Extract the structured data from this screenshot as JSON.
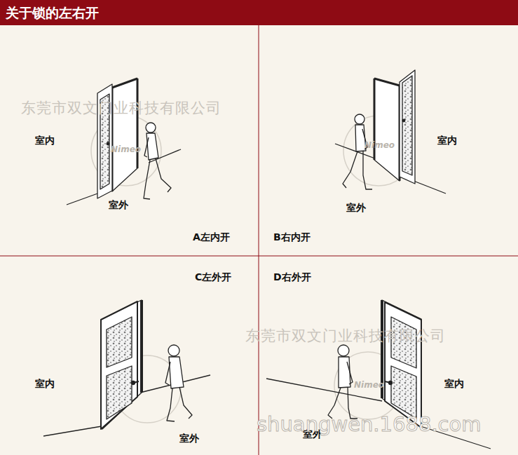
{
  "diagram": {
    "title": "关于锁的左右开",
    "labels": [
      "室内",
      "室外",
      "A左内开",
      "B右内开",
      "室内",
      "室外",
      "C左外开",
      "室内",
      "室外",
      "D右外开",
      "室内",
      "室外",
      "东莞市双文门业科技有限公司",
      "东莞市双文门业科技有限公司",
      "shuangwen.1688.com",
      "Nimeo",
      "Nimeo",
      "Nimeo"
    ]
  }
}
